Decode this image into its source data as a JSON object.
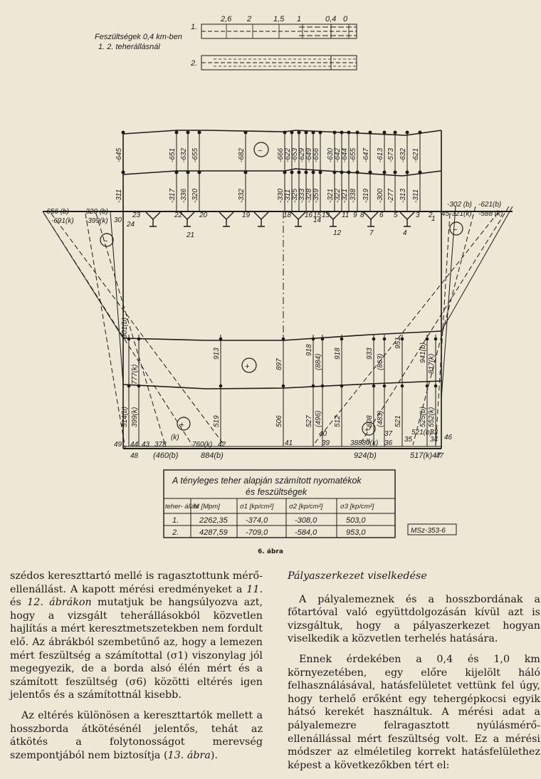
{
  "legend": {
    "title_line1": "Feszültségek 0,4 km-ben",
    "title_line2": "1. 2. teherállásnál",
    "scale_ticks": [
      "2,6",
      "2",
      "1,5",
      "1",
      "0,4",
      "0"
    ],
    "row1_label": "1.",
    "row2_label": "2."
  },
  "diagram": {
    "top_values": [
      "-645",
      "-651",
      "-632",
      "-655",
      "-682",
      "-666",
      "-622",
      "-653",
      "-629",
      "-649",
      "-656",
      "-630",
      "-642",
      "-644",
      "-655",
      "-647",
      "-613",
      "-573",
      "-632",
      "-621"
    ],
    "mid_values": [
      "-311",
      "-317",
      "-336",
      "-320",
      "-332",
      "-330",
      "-311",
      "-325",
      "-333",
      "-328",
      "-359",
      "-321",
      "-322",
      "-321",
      "-338",
      "-319",
      "-300",
      "-277",
      "-313",
      "-311"
    ],
    "node_numbers_top": [
      "23",
      "24",
      "22",
      "21",
      "20",
      "19",
      "18",
      "16",
      "15",
      "14",
      "13",
      "12",
      "11",
      "9",
      "8",
      "7",
      "6",
      "5",
      "4",
      "3",
      "2",
      "1"
    ],
    "left_top_labels": [
      "-656 (b)",
      "-691(k)",
      "-320 (b)",
      "-399(k)",
      "30"
    ],
    "right_top_labels": [
      "-302 (b)",
      "-621(b)",
      "45",
      "-321(k)",
      "-588 (k)"
    ],
    "minus_symbols": [
      "−",
      "−",
      "−"
    ],
    "plus_symbols": [
      "+",
      "+",
      "+"
    ],
    "lower_top_values": [
      "901(b)",
      "777(k)",
      "913",
      "897",
      "918",
      "(884)",
      "918",
      "933",
      "(863)",
      "951",
      "941(b)",
      "817(k)"
    ],
    "lower_bottom_values": [
      "514(b)",
      "399(k)",
      "519",
      "506",
      "527",
      "(496)",
      "512",
      "608",
      "(483)",
      "521",
      "525(b)",
      "552(k)"
    ],
    "bottom_nodes": [
      "49",
      "44",
      "43",
      "378",
      "(k)",
      "760(k)",
      "42",
      "41",
      "40",
      "39",
      "38",
      "880(k)",
      "II",
      "36",
      "37",
      "35",
      "521(b)",
      "33",
      "34",
      "46",
      "48",
      "47"
    ],
    "bottom_labels": [
      "(460(b)",
      "884(b)",
      "924(b)",
      "517(k)47"
    ]
  },
  "table": {
    "title_line1": "A tényleges teher alapján számított nyomatékok",
    "title_line2": "és feszültségek",
    "headers": [
      "teher- állás",
      "M [Mpm]",
      "σ1 [kp/cm²]",
      "σ2 [kp/cm²]",
      "σ3 [kp/cm²]"
    ],
    "rows": [
      [
        "1.",
        "2262,35",
        "-374,0",
        "-308,0",
        "503,0"
      ],
      [
        "2.",
        "4287,59",
        "-709,0",
        "-584,0",
        "953,0"
      ]
    ],
    "stamp": "MSz-353-6"
  },
  "caption": "6. ábra",
  "left_column": {
    "p1_a": "szédos kereszttartó mellé is ragasztottunk mérő-ellenállást. A kapott mérési eredményeket a ",
    "p1_b": "11.",
    "p1_c": " és ",
    "p1_d": "12. ábrákon",
    "p1_e": " mutatjuk be hangsúlyozva azt, hogy a vizsgált teherállásokból közvetlen hajlítás a mért keresztmetszetekben nem fordult elő. Az ábrákból szembetűnő az, hogy a lemezen mért feszültség a számítottal (σ1) viszonylag jól megegyezik, de a borda alsó élén mért és a számított feszültség (σ6) közötti eltérés igen jelentős és a számítottnál kisebb.",
    "p2_a": "Az eltérés különösen a kereszttartók mellett a hosszborda átkötésénél jelentős, tehát az átkötés a folytonosságot merevség szempontjából nem biztosítja (",
    "p2_b": "13. ábra",
    "p2_c": ")."
  },
  "right_column": {
    "heading": "Pályaszerkezet viselkedése",
    "p1": "A pályalemeznek és a hosszbordának a főtartóval való együttdolgozásán kívül azt is vizsgáltuk, hogy a pályaszerkezet hogyan viselkedik a közvetlen terhelés hatására.",
    "p2": "Ennek érdekében a 0,4 és 1,0 km környezetében, egy előre kijelölt háló felhasználásával, hatásfelületet vettünk fel úgy, hogy terhelő erőként egy tehergépkocsi egyik hátsó kerekét használtuk. A mérési adat a pályalemezre felragasztott nyúlásmérő-ellenállással mért feszültség volt. Ez a mérési módszer az elméletileg korrekt hatásfelülethez képest a következőkben tért el:"
  }
}
